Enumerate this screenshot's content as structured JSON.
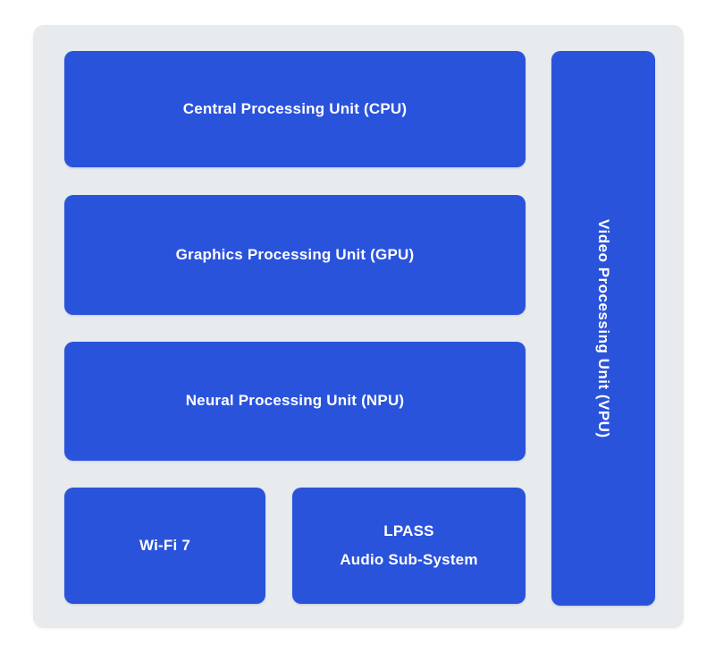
{
  "diagram": {
    "type": "soc-block-diagram",
    "colors": {
      "page_background": "#ffffff",
      "panel_background": "#e7ebee",
      "block_fill": "#2a53dc",
      "block_text": "#ffffff"
    },
    "blocks": {
      "cpu": {
        "label": "Central Processing Unit (CPU)"
      },
      "gpu": {
        "label": "Graphics Processing Unit (GPU)"
      },
      "npu": {
        "label": "Neural Processing Unit (NPU)"
      },
      "wifi": {
        "label": "Wi-Fi 7"
      },
      "lpass": {
        "line1": "LPASS",
        "line2": "Audio Sub-System"
      },
      "vpu": {
        "label": "Video Processing Unit (VPU)",
        "orientation": "vertical"
      }
    }
  }
}
